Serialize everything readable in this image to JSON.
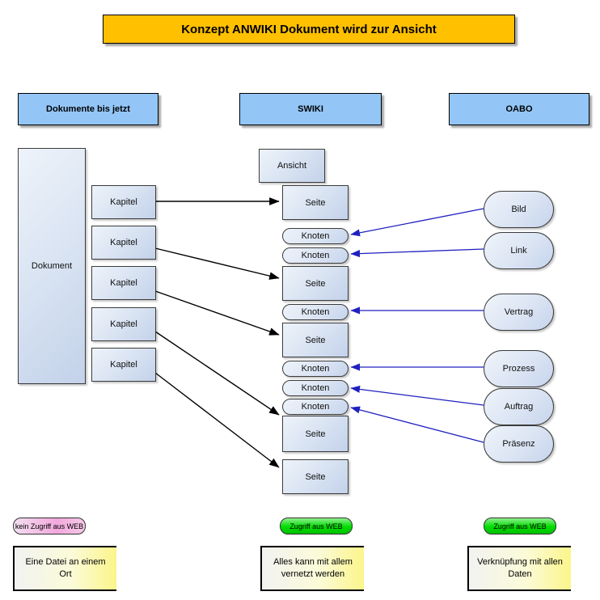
{
  "title": "Konzept ANWIKI Dokument wird zur Ansicht",
  "columns": {
    "left": {
      "header": "Dokumente bis jetzt"
    },
    "middle": {
      "header": "SWIKI"
    },
    "right": {
      "header": "OABO"
    }
  },
  "left_column": {
    "document": "Dokument",
    "chapters": [
      "Kapitel",
      "Kapitel",
      "Kapitel",
      "Kapitel",
      "Kapitel"
    ]
  },
  "middle_column": {
    "view": "Ansicht",
    "nodes": [
      {
        "type": "page",
        "label": "Seite"
      },
      {
        "type": "node",
        "label": "Knoten"
      },
      {
        "type": "node",
        "label": "Knoten"
      },
      {
        "type": "page",
        "label": "Seite"
      },
      {
        "type": "node",
        "label": "Knoten"
      },
      {
        "type": "page",
        "label": "Seite"
      },
      {
        "type": "node",
        "label": "Knoten"
      },
      {
        "type": "node",
        "label": "Knoten"
      },
      {
        "type": "node",
        "label": "Knoten"
      },
      {
        "type": "page",
        "label": "Seite"
      },
      {
        "type": "page",
        "label": "Seite"
      }
    ]
  },
  "right_column": {
    "objects": [
      "Bild",
      "Link",
      "Vertrag",
      "Prozess",
      "Auftrag",
      "Präsenz"
    ]
  },
  "footer": {
    "badges": [
      {
        "label": "kein Zugriff aus WEB",
        "state": "no-access"
      },
      {
        "label": "Zugriff aus WEB",
        "state": "access"
      },
      {
        "label": "Zugriff aus WEB",
        "state": "access"
      }
    ],
    "notes": [
      "Eine Datei an einem Ort",
      "Alles kann mit allem vernetzt werden",
      "Verknüpfung mit allen Daten"
    ]
  },
  "colors": {
    "title_bar": "#FFC000",
    "header_box": "#93C6F7",
    "shape_fill": "#dbe5f3",
    "chapter_arrow": "#000000",
    "object_arrow": "#2020c0",
    "badge_access": "#00dd00",
    "badge_no_access": "#f2a8dd",
    "note_fill": "#fbf58a"
  }
}
